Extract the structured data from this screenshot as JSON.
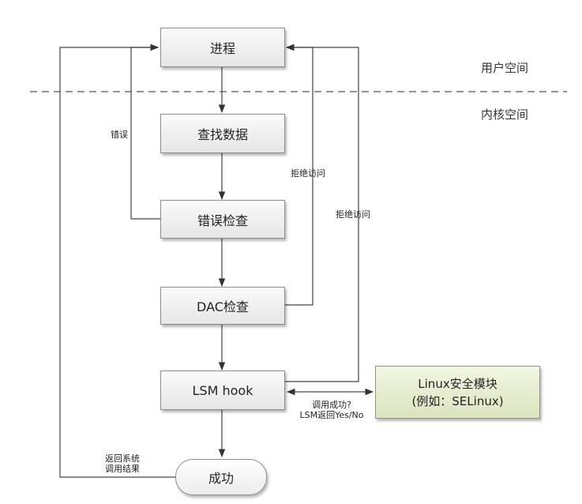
{
  "nodes": {
    "process": "进程",
    "lookup": "查找数据",
    "error_check": "错误检查",
    "dac_check": "DAC检查",
    "lsm_hook": "LSM hook",
    "success": "成功",
    "lsm_module_line1": "Linux安全模块",
    "lsm_module_line2": "(例如：SELinux)"
  },
  "zones": {
    "user_space": "用户空间",
    "kernel_space": "内核空间"
  },
  "edge_labels": {
    "error": "错误",
    "deny_access_1": "拒绝访问",
    "deny_access_2": "拒绝访问",
    "call_success_line1": "调用成功?",
    "call_success_line2": "LSM返回Yes/No",
    "return_line1": "返回系统",
    "return_line2": "调用结果"
  }
}
